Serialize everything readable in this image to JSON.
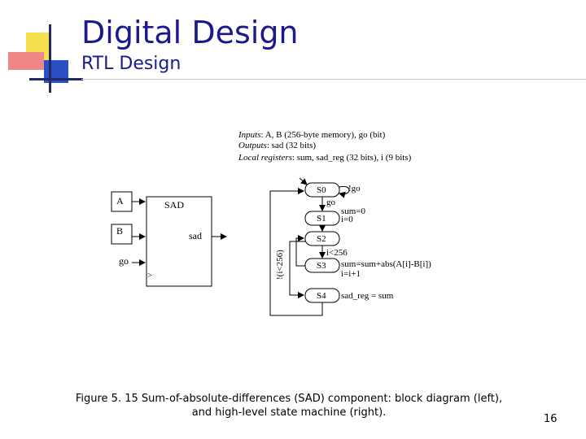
{
  "slide": {
    "title": "Digital Design",
    "subtitle": "RTL Design",
    "caption_line1": "Figure 5. 15 Sum-of-absolute-differences (SAD) component: block diagram (left),",
    "caption_line2": "and high-level state machine (right).",
    "page_number": "16"
  },
  "diagram": {
    "inputs_label": "Inputs",
    "inputs_text": ": A, B (256-byte memory), go (bit)",
    "outputs_label": "Outputs",
    "outputs_text": ": sad (32 bits)",
    "locals_label": "Local registers",
    "locals_text": ": sum, sad_reg (32 bits), i (9 bits)",
    "block": {
      "name": "SAD",
      "port_a": "A",
      "port_b": "B",
      "port_go": "go",
      "port_sad": "sad",
      "clock_mark": ">"
    },
    "states": [
      "S0",
      "S1",
      "S2",
      "S3",
      "S4"
    ],
    "transitions": {
      "not_go": "!go",
      "go": "go",
      "i_lt": "i<256",
      "loop_cond": "!(i<256)"
    },
    "actions": {
      "s1_a": "sum=0",
      "s1_b": "i=0",
      "s3_a": "sum=sum+abs(A[i]-B[i])",
      "s3_b": "i=i+1",
      "s4": "sad_reg = sum"
    }
  },
  "colors": {
    "title": "#1a1a8c",
    "deco_yellow": "#f5e050",
    "deco_red": "#ee8888",
    "deco_blue": "#2b4fc2",
    "deco_dark": "#1f2a66"
  }
}
